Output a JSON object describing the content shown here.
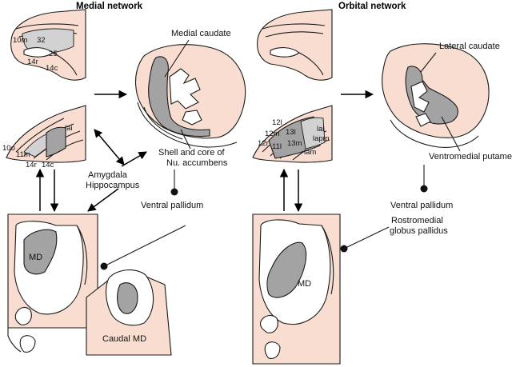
{
  "titles": {
    "medial": "Medial network",
    "orbital": "Orbital network"
  },
  "medial": {
    "areas_top": [
      "10m",
      "32",
      "25",
      "14r",
      "14c"
    ],
    "areas_bottom": [
      "lai",
      "10o",
      "11m",
      "14r",
      "14c"
    ],
    "amygdala": "Amygdala",
    "hippocampus": "Hippocampus",
    "medial_caudate": "Medial caudate",
    "shell_line1": "Shell and core of",
    "shell_line2": "Nu. accumbens",
    "ventral_pallidum": "Ventral pallidum",
    "md": "MD",
    "caudal_md": "Caudal MD"
  },
  "orbital": {
    "areas": [
      "12l",
      "lal",
      "12m",
      "13l",
      "lapm",
      "12r",
      "11l",
      "13m",
      "lam"
    ],
    "lateral_caudate": "Lateral caudate",
    "ventromedial_putamen": "Ventromedial putamen",
    "ventral_pallidum": "Ventral pallidum",
    "gp_line1": "Rostromedial",
    "gp_line2": "globus pallidus",
    "md": "MD"
  },
  "colors": {
    "tissue": "#f8ddd0",
    "projection": "#a3a3a3",
    "cortex_area": "#d2d2d2",
    "outline": "#1a1a1a"
  }
}
